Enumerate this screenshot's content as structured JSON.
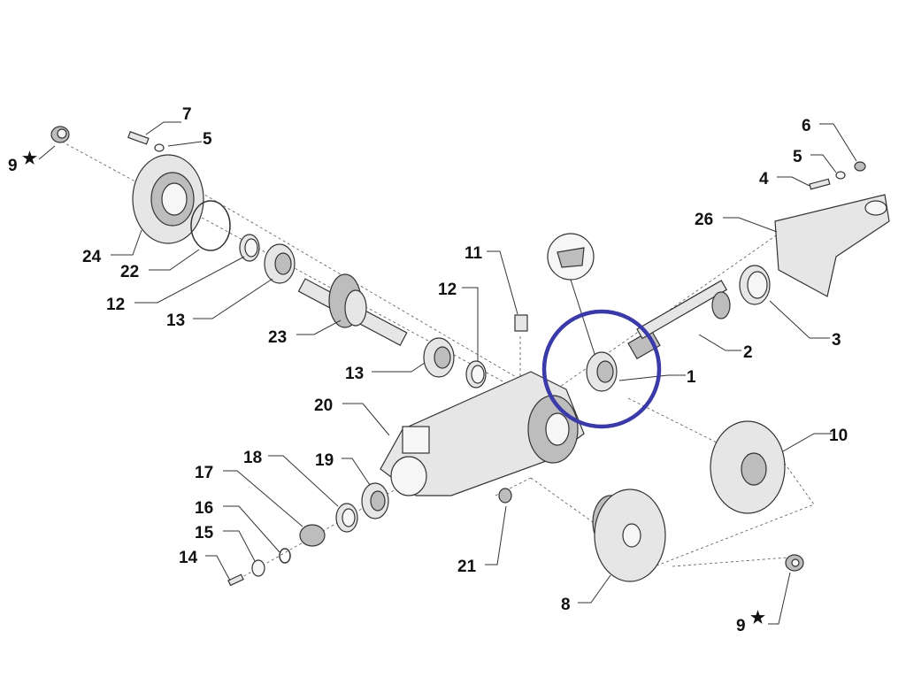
{
  "callouts": {
    "p7": "7",
    "p5a": "5",
    "p9a": "9",
    "p24": "24",
    "p22": "22",
    "p12a": "12",
    "p13a": "13",
    "p23": "23",
    "p11": "11",
    "p12b": "12",
    "p13b": "13",
    "p20": "20",
    "p18": "18",
    "p19": "19",
    "p17": "17",
    "p16": "16",
    "p15": "15",
    "p14": "14",
    "p21": "21",
    "p8": "8",
    "p9b": "9",
    "p10": "10",
    "p1": "1",
    "p2": "2",
    "p3": "3",
    "p26": "26",
    "p4": "4",
    "p5b": "5",
    "p6": "6"
  },
  "star_symbol": "★",
  "highlight_color": "#3a3aa8"
}
